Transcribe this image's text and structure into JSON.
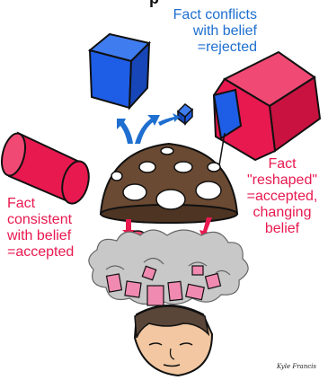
{
  "title_fragment": "p",
  "labels": {
    "rejected": {
      "lines": [
        "Fact conflicts",
        "with belief",
        "=rejected"
      ],
      "color": "#1e6fd0"
    },
    "accepted": {
      "lines": [
        "Fact",
        "consistent",
        "with belief",
        "=accepted"
      ],
      "color": "#e8194f"
    },
    "reshaped": {
      "lines": [
        "Fact",
        "\"reshaped\"",
        "=accepted,",
        "changing",
        "belief"
      ],
      "color": "#e8194f"
    }
  },
  "signature": "Kyle Francis",
  "colors": {
    "blue_block": "#1e5ee6",
    "red_block": "#e8194f",
    "dome": "#6b4a33",
    "cloud": "#b9b9b9",
    "pink_blocks": "#f08ab0",
    "skin": "#f2c7a1",
    "hair": "#5a4638"
  }
}
